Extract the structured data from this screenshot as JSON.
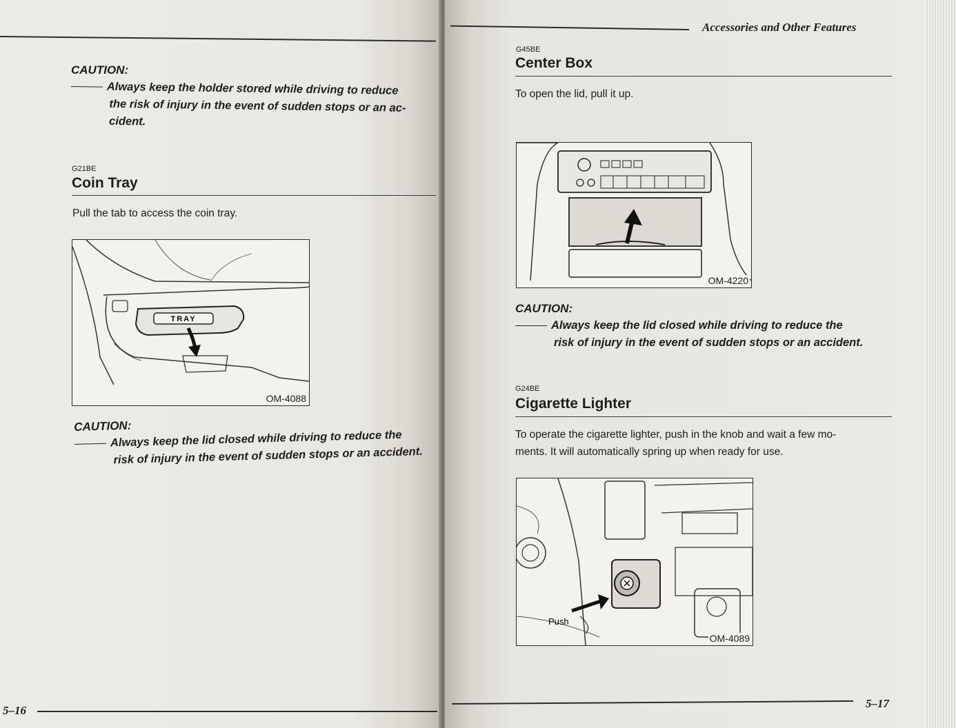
{
  "left_page": {
    "top_caution": {
      "title": "CAUTION:",
      "line1": "Always keep the holder stored while driving to reduce",
      "line2": "the risk of injury in the event of sudden stops or an ac-",
      "line3": "cident."
    },
    "coin_tray": {
      "code": "G21BE",
      "title": "Coin Tray",
      "body": "Pull the tab to access the coin tray.",
      "figure_label": "OM-4088",
      "tab_label": "TRAY"
    },
    "bottom_caution": {
      "title": "CAUTION:",
      "line1": "Always keep the lid closed while driving to reduce the",
      "line2": "risk of injury in the event of sudden stops or an accident."
    },
    "page_number": "5–16"
  },
  "right_page": {
    "running_header": "Accessories and Other Features",
    "center_box": {
      "code": "G45BE",
      "title": "Center Box",
      "body": "To open the lid, pull it up.",
      "figure_label": "OM-4220"
    },
    "caution": {
      "title": "CAUTION:",
      "line1": "Always keep the lid closed while driving to reduce the",
      "line2": "risk of injury in the event of sudden stops or an accident."
    },
    "cigarette_lighter": {
      "code": "G24BE",
      "title": "Cigarette Lighter",
      "body_line1": "To operate the cigarette lighter, push in the knob and wait a few mo-",
      "body_line2": "ments. It will automatically spring up when ready for use.",
      "figure_label": "OM-4089",
      "push_label": "Push"
    },
    "page_number": "5–17"
  }
}
